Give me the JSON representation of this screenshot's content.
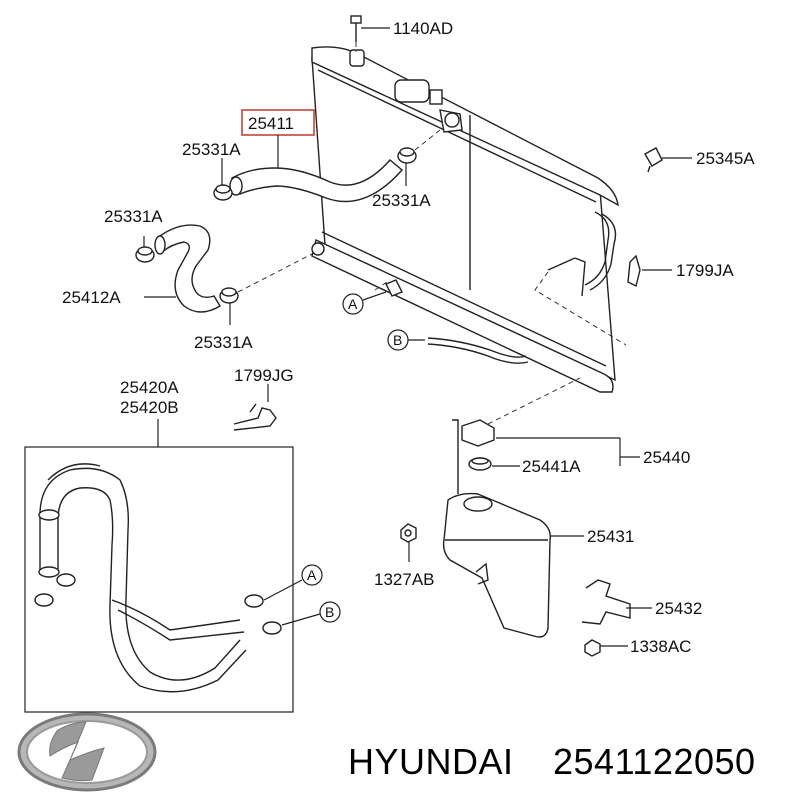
{
  "labels": {
    "bolt": "1140AD",
    "hose_upper": "25411",
    "clamp_a": "25331A",
    "clamp_b": "25331A",
    "clamp_c": "25331A",
    "clamp_d": "25331A",
    "hose_lower": "25412A",
    "clip": "25345A",
    "bracket_top": "1799JA",
    "hose_assy_1": "25420A",
    "hose_assy_2": "25420B",
    "bracket_mid": "1799JG",
    "cap": "25440",
    "seal": "25441A",
    "reservoir": "25431",
    "nut": "1327AB",
    "bracket_res": "25432",
    "screw": "1338AC"
  },
  "refs": {
    "a": "A",
    "b": "B"
  },
  "footer": {
    "brand": "HYUNDAI",
    "part_number": "2541122050"
  },
  "colors": {
    "highlight": "#c0392b",
    "logo": "#9a9a9a"
  }
}
